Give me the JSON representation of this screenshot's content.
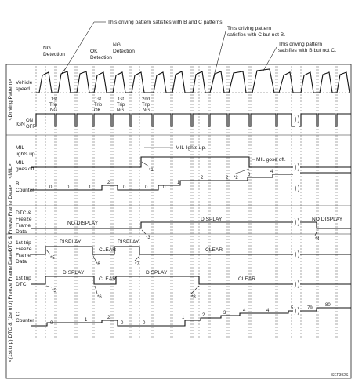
{
  "callouts": {
    "bc": "This driving pattern satisfies with B and C patterns.",
    "c_not_b_1": "This driving pattern",
    "c_not_b_2": "satisfies with C but not B.",
    "b_not_c_1": "This driving pattern",
    "b_not_c_2": "satisfies with B but not C."
  },
  "top_labels": {
    "ng1": [
      "NG",
      "Detection"
    ],
    "ok": [
      "OK",
      "Detection"
    ],
    "ng2": [
      "NG",
      "Detection"
    ]
  },
  "trip_labels": [
    [
      "1st",
      "Trip",
      "NG"
    ],
    [
      "1st",
      "Trip",
      "OK"
    ],
    [
      "1st",
      "Trip",
      "NG"
    ],
    [
      "2nd",
      "Trip",
      "NG"
    ]
  ],
  "sections": {
    "driving": "<Driving Pattern>",
    "mil": "<MIL>",
    "dtc": "<DTC & Freeze Frame Data>",
    "first_trip": "<(1st trip) DTC & (1st trip) Freeze Frame Data>"
  },
  "rows": {
    "vehicle_speed": [
      "Vehicle",
      "speed"
    ],
    "ign": "IGN",
    "on": "ON",
    "off": "OFF",
    "mil_up": [
      "MIL",
      "lights up."
    ],
    "mil_off": [
      "MIL",
      "goes off."
    ],
    "b_counter": [
      "B",
      "Counter"
    ],
    "dtc_ffd": [
      "DTC &",
      "Freeze",
      "Frame",
      "Data"
    ],
    "ft_ffd": [
      "1st trip",
      "Freeze",
      "Frame",
      "Data"
    ],
    "ft_dtc": [
      "1st trip",
      "DTC"
    ],
    "c_counter": [
      "C",
      "Counter"
    ]
  },
  "texts": {
    "mil_lights_up": "MIL lights up.",
    "mil_gose_off": "MIL gose off.",
    "no_display": "NO DISPLAY",
    "display": "DISPLAY",
    "clear": "CLEAR"
  },
  "b_counter_values": [
    "0",
    "0",
    "1",
    "2",
    "0",
    "0",
    "0",
    "1",
    "2",
    "2",
    "3",
    "4"
  ],
  "c_counter_values": [
    "0",
    "1",
    "2",
    "0",
    "0",
    "1",
    "2",
    "3",
    "4",
    "4",
    "5",
    "79",
    "80"
  ],
  "notes": [
    "*1",
    "*2",
    "*3",
    "*4",
    "*5",
    "*6",
    "*7",
    "*5",
    "*6",
    "*8"
  ],
  "figure_code": "SEF392S",
  "colors": {
    "line": "#111111",
    "background": "#ffffff"
  }
}
